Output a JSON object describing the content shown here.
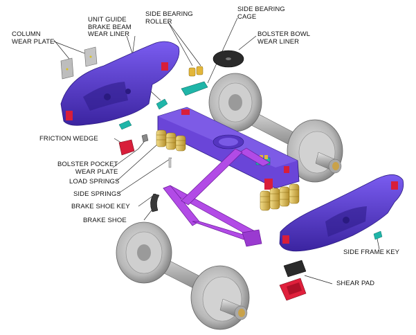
{
  "colors": {
    "frame": "#5a3fd6",
    "frame_dark": "#3a2596",
    "bolster": "#6a45d8",
    "brake_beam": "#b24be6",
    "wheel": "#c8c8c8",
    "wheel_dark": "#8e8e8e",
    "bearing_cap": "#c9a24a",
    "red_part": "#d81e3a",
    "teal_part": "#1fb5a8",
    "spring": "#e2c05a",
    "bowl_liner": "#2a2a2a",
    "wear_plate": "#bdbdbd",
    "shear_pad": "#e0203c"
  },
  "labels": {
    "column_wear_plate": [
      "COLUMN",
      "WEAR PLATE"
    ],
    "unit_guide": [
      "UNIT GUIDE",
      "BRAKE BEAM",
      "WEAR LINER"
    ],
    "side_bearing_roller": [
      "SIDE BEARING",
      "ROLLER"
    ],
    "side_bearing_cage": [
      "SIDE BEARING",
      "CAGE"
    ],
    "bolster_bowl_wear_liner": [
      "BOLSTER BOWL",
      "WEAR LINER"
    ],
    "friction_wedge": [
      "FRICTION WEDGE"
    ],
    "bolster_pocket_wear_plate": [
      "BOLSTER POCKET",
      "WEAR PLATE"
    ],
    "load_springs": [
      "LOAD SPRINGS"
    ],
    "side_springs": [
      "SIDE SPRINGS"
    ],
    "brake_shoe_key": [
      "BRAKE SHOE KEY"
    ],
    "brake_shoe": [
      "BRAKE SHOE"
    ],
    "side_frame_key": [
      "SIDE FRAME KEY"
    ],
    "shear_pad": [
      "SHEAR PAD"
    ]
  }
}
